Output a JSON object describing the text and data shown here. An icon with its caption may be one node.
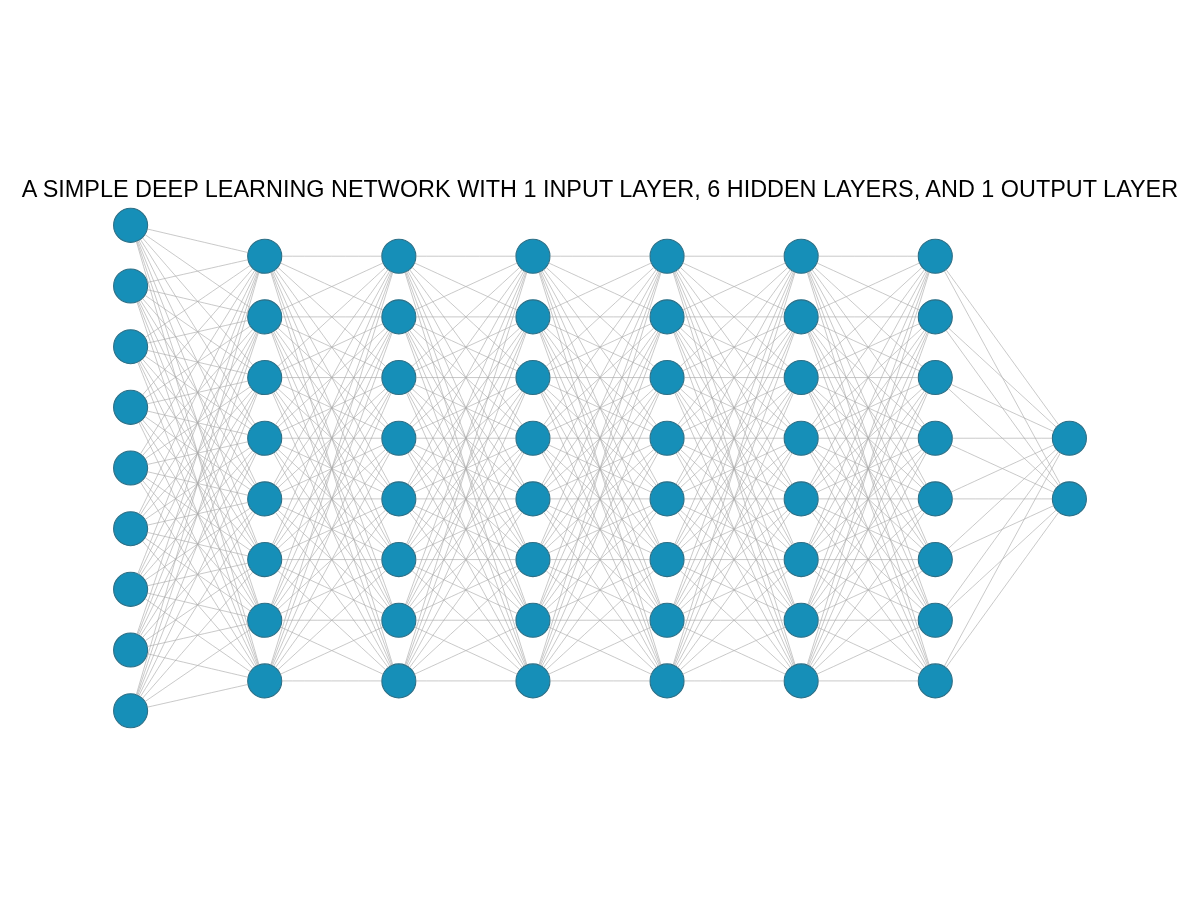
{
  "diagram": {
    "title": "A SIMPLE DEEP LEARNING NETWORK WITH 1 INPUT LAYER, 6 HIDDEN LAYERS, AND 1 OUTPUT LAYER",
    "nodes": [
      {
        "text": [],
        "shape": "circle"
      },
      {
        "text": [],
        "shape": "circle"
      },
      {
        "text": [],
        "shape": "circle"
      },
      {
        "text": [],
        "shape": "circle"
      },
      {
        "text": [],
        "shape": "circle"
      },
      {
        "text": [],
        "shape": "circle"
      },
      {
        "text": [],
        "shape": "circle"
      },
      {
        "text": [],
        "shape": "circle"
      },
      {
        "text": [],
        "shape": "circle"
      },
      {
        "text": [],
        "shape": "circle"
      },
      {
        "text": [],
        "shape": "circle"
      },
      {
        "text": [],
        "shape": "circle"
      },
      {
        "text": [],
        "shape": "circle"
      },
      {
        "text": [],
        "shape": "circle"
      },
      {
        "text": [],
        "shape": "circle"
      },
      {
        "text": [],
        "shape": "circle"
      },
      {
        "text": [],
        "shape": "circle"
      },
      {
        "text": [],
        "shape": "circle"
      },
      {
        "text": [],
        "shape": "circle"
      },
      {
        "text": [],
        "shape": "circle"
      },
      {
        "text": [],
        "shape": "circle"
      },
      {
        "text": [],
        "shape": "circle"
      },
      {
        "text": [],
        "shape": "circle"
      },
      {
        "text": [],
        "shape": "circle"
      },
      {
        "text": [],
        "shape": "circle"
      },
      {
        "text": [],
        "shape": "circle"
      },
      {
        "text": [],
        "shape": "circle"
      },
      {
        "text": [],
        "shape": "circle"
      },
      {
        "text": [],
        "shape": "circle"
      },
      {
        "text": [],
        "shape": "circle"
      },
      {
        "text": [],
        "shape": "circle"
      },
      {
        "text": [],
        "shape": "circle"
      },
      {
        "text": [],
        "shape": "circle"
      },
      {
        "text": [],
        "shape": "circle"
      },
      {
        "text": [],
        "shape": "circle"
      },
      {
        "text": [],
        "shape": "circle"
      },
      {
        "text": [],
        "shape": "circle"
      },
      {
        "text": [],
        "shape": "circle"
      },
      {
        "text": [],
        "shape": "circle"
      },
      {
        "text": [],
        "shape": "circle"
      },
      {
        "text": [],
        "shape": "circle"
      },
      {
        "text": [],
        "shape": "circle"
      },
      {
        "text": [],
        "shape": "circle"
      },
      {
        "text": [],
        "shape": "circle"
      },
      {
        "text": [],
        "shape": "circle"
      },
      {
        "text": [],
        "shape": "circle"
      },
      {
        "text": [],
        "shape": "circle"
      },
      {
        "text": [],
        "shape": "circle"
      },
      {
        "text": [],
        "shape": "circle"
      },
      {
        "text": [],
        "shape": "circle"
      },
      {
        "text": [],
        "shape": "circle"
      },
      {
        "text": [],
        "shape": "circle"
      },
      {
        "text": [],
        "shape": "circle"
      },
      {
        "text": [],
        "shape": "circle"
      },
      {
        "text": [],
        "shape": "circle"
      },
      {
        "text": [],
        "shape": "circle"
      },
      {
        "text": [],
        "shape": "circle"
      },
      {
        "text": [],
        "shape": "circle"
      },
      {
        "text": [],
        "shape": "circle"
      }
    ],
    "edges": [
      {
        "from": 0,
        "to": 9,
        "arrow": "none"
      },
      {
        "from": 0,
        "to": 10,
        "arrow": "none"
      },
      {
        "from": 0,
        "to": 11,
        "arrow": "none"
      },
      {
        "from": 0,
        "to": 12,
        "arrow": "none"
      },
      {
        "from": 0,
        "to": 13,
        "arrow": "none"
      },
      {
        "from": 0,
        "to": 14,
        "arrow": "none"
      },
      {
        "from": 0,
        "to": 15,
        "arrow": "none"
      },
      {
        "from": 0,
        "to": 16,
        "arrow": "none"
      },
      {
        "from": 1,
        "to": 9,
        "arrow": "none"
      },
      {
        "from": 1,
        "to": 10,
        "arrow": "none"
      },
      {
        "from": 1,
        "to": 11,
        "arrow": "none"
      },
      {
        "from": 1,
        "to": 12,
        "arrow": "none"
      },
      {
        "from": 1,
        "to": 13,
        "arrow": "none"
      },
      {
        "from": 1,
        "to": 14,
        "arrow": "none"
      },
      {
        "from": 1,
        "to": 15,
        "arrow": "none"
      },
      {
        "from": 1,
        "to": 16,
        "arrow": "none"
      },
      {
        "from": 2,
        "to": 9,
        "arrow": "none"
      },
      {
        "from": 2,
        "to": 10,
        "arrow": "none"
      },
      {
        "from": 2,
        "to": 11,
        "arrow": "none"
      },
      {
        "from": 2,
        "to": 12,
        "arrow": "none"
      },
      {
        "from": 2,
        "to": 13,
        "arrow": "none"
      },
      {
        "from": 2,
        "to": 14,
        "arrow": "none"
      },
      {
        "from": 2,
        "to": 15,
        "arrow": "none"
      },
      {
        "from": 2,
        "to": 16,
        "arrow": "none"
      },
      {
        "from": 3,
        "to": 9,
        "arrow": "none"
      },
      {
        "from": 3,
        "to": 10,
        "arrow": "none"
      },
      {
        "from": 3,
        "to": 11,
        "arrow": "none"
      },
      {
        "from": 3,
        "to": 12,
        "arrow": "none"
      },
      {
        "from": 3,
        "to": 13,
        "arrow": "none"
      },
      {
        "from": 3,
        "to": 14,
        "arrow": "none"
      },
      {
        "from": 3,
        "to": 15,
        "arrow": "none"
      },
      {
        "from": 3,
        "to": 16,
        "arrow": "none"
      },
      {
        "from": 4,
        "to": 9,
        "arrow": "none"
      },
      {
        "from": 4,
        "to": 10,
        "arrow": "none"
      },
      {
        "from": 4,
        "to": 11,
        "arrow": "none"
      },
      {
        "from": 4,
        "to": 12,
        "arrow": "none"
      },
      {
        "from": 4,
        "to": 13,
        "arrow": "none"
      },
      {
        "from": 4,
        "to": 14,
        "arrow": "none"
      },
      {
        "from": 4,
        "to": 15,
        "arrow": "none"
      },
      {
        "from": 4,
        "to": 16,
        "arrow": "none"
      },
      {
        "from": 5,
        "to": 9,
        "arrow": "none"
      },
      {
        "from": 5,
        "to": 10,
        "arrow": "none"
      },
      {
        "from": 5,
        "to": 11,
        "arrow": "none"
      },
      {
        "from": 5,
        "to": 12,
        "arrow": "none"
      },
      {
        "from": 5,
        "to": 13,
        "arrow": "none"
      },
      {
        "from": 5,
        "to": 14,
        "arrow": "none"
      },
      {
        "from": 5,
        "to": 15,
        "arrow": "none"
      },
      {
        "from": 5,
        "to": 16,
        "arrow": "none"
      },
      {
        "from": 6,
        "to": 9,
        "arrow": "none"
      },
      {
        "from": 6,
        "to": 10,
        "arrow": "none"
      },
      {
        "from": 6,
        "to": 11,
        "arrow": "none"
      },
      {
        "from": 6,
        "to": 12,
        "arrow": "none"
      },
      {
        "from": 6,
        "to": 13,
        "arrow": "none"
      },
      {
        "from": 6,
        "to": 14,
        "arrow": "none"
      },
      {
        "from": 6,
        "to": 15,
        "arrow": "none"
      },
      {
        "from": 6,
        "to": 16,
        "arrow": "none"
      },
      {
        "from": 7,
        "to": 9,
        "arrow": "none"
      },
      {
        "from": 7,
        "to": 10,
        "arrow": "none"
      },
      {
        "from": 7,
        "to": 11,
        "arrow": "none"
      },
      {
        "from": 7,
        "to": 12,
        "arrow": "none"
      },
      {
        "from": 7,
        "to": 13,
        "arrow": "none"
      },
      {
        "from": 7,
        "to": 14,
        "arrow": "none"
      },
      {
        "from": 7,
        "to": 15,
        "arrow": "none"
      },
      {
        "from": 7,
        "to": 16,
        "arrow": "none"
      },
      {
        "from": 8,
        "to": 9,
        "arrow": "none"
      },
      {
        "from": 8,
        "to": 10,
        "arrow": "none"
      },
      {
        "from": 8,
        "to": 11,
        "arrow": "none"
      },
      {
        "from": 8,
        "to": 12,
        "arrow": "none"
      },
      {
        "from": 8,
        "to": 13,
        "arrow": "none"
      },
      {
        "from": 8,
        "to": 14,
        "arrow": "none"
      },
      {
        "from": 8,
        "to": 15,
        "arrow": "none"
      },
      {
        "from": 8,
        "to": 16,
        "arrow": "none"
      },
      {
        "from": 9,
        "to": 17,
        "arrow": "none"
      },
      {
        "from": 9,
        "to": 18,
        "arrow": "none"
      },
      {
        "from": 9,
        "to": 19,
        "arrow": "none"
      },
      {
        "from": 9,
        "to": 20,
        "arrow": "none"
      },
      {
        "from": 9,
        "to": 21,
        "arrow": "none"
      },
      {
        "from": 9,
        "to": 22,
        "arrow": "none"
      },
      {
        "from": 9,
        "to": 23,
        "arrow": "none"
      },
      {
        "from": 9,
        "to": 24,
        "arrow": "none"
      },
      {
        "from": 10,
        "to": 17,
        "arrow": "none"
      },
      {
        "from": 10,
        "to": 18,
        "arrow": "none"
      },
      {
        "from": 10,
        "to": 19,
        "arrow": "none"
      },
      {
        "from": 10,
        "to": 20,
        "arrow": "none"
      },
      {
        "from": 10,
        "to": 21,
        "arrow": "none"
      },
      {
        "from": 10,
        "to": 22,
        "arrow": "none"
      },
      {
        "from": 10,
        "to": 23,
        "arrow": "none"
      },
      {
        "from": 10,
        "to": 24,
        "arrow": "none"
      },
      {
        "from": 11,
        "to": 17,
        "arrow": "none"
      },
      {
        "from": 11,
        "to": 18,
        "arrow": "none"
      },
      {
        "from": 11,
        "to": 19,
        "arrow": "none"
      },
      {
        "from": 11,
        "to": 20,
        "arrow": "none"
      },
      {
        "from": 11,
        "to": 21,
        "arrow": "none"
      },
      {
        "from": 11,
        "to": 22,
        "arrow": "none"
      },
      {
        "from": 11,
        "to": 23,
        "arrow": "none"
      },
      {
        "from": 11,
        "to": 24,
        "arrow": "none"
      },
      {
        "from": 12,
        "to": 17,
        "arrow": "none"
      },
      {
        "from": 12,
        "to": 18,
        "arrow": "none"
      },
      {
        "from": 12,
        "to": 19,
        "arrow": "none"
      },
      {
        "from": 12,
        "to": 20,
        "arrow": "none"
      },
      {
        "from": 12,
        "to": 21,
        "arrow": "none"
      },
      {
        "from": 12,
        "to": 22,
        "arrow": "none"
      },
      {
        "from": 12,
        "to": 23,
        "arrow": "none"
      },
      {
        "from": 12,
        "to": 24,
        "arrow": "none"
      },
      {
        "from": 13,
        "to": 17,
        "arrow": "none"
      },
      {
        "from": 13,
        "to": 18,
        "arrow": "none"
      },
      {
        "from": 13,
        "to": 19,
        "arrow": "none"
      },
      {
        "from": 13,
        "to": 20,
        "arrow": "none"
      },
      {
        "from": 13,
        "to": 21,
        "arrow": "none"
      },
      {
        "from": 13,
        "to": 22,
        "arrow": "none"
      },
      {
        "from": 13,
        "to": 23,
        "arrow": "none"
      },
      {
        "from": 13,
        "to": 24,
        "arrow": "none"
      },
      {
        "from": 14,
        "to": 17,
        "arrow": "none"
      },
      {
        "from": 14,
        "to": 18,
        "arrow": "none"
      },
      {
        "from": 14,
        "to": 19,
        "arrow": "none"
      },
      {
        "from": 14,
        "to": 20,
        "arrow": "none"
      },
      {
        "from": 14,
        "to": 21,
        "arrow": "none"
      },
      {
        "from": 14,
        "to": 22,
        "arrow": "none"
      },
      {
        "from": 14,
        "to": 23,
        "arrow": "none"
      },
      {
        "from": 14,
        "to": 24,
        "arrow": "none"
      },
      {
        "from": 15,
        "to": 17,
        "arrow": "none"
      },
      {
        "from": 15,
        "to": 18,
        "arrow": "none"
      },
      {
        "from": 15,
        "to": 19,
        "arrow": "none"
      },
      {
        "from": 15,
        "to": 20,
        "arrow": "none"
      },
      {
        "from": 15,
        "to": 21,
        "arrow": "none"
      },
      {
        "from": 15,
        "to": 22,
        "arrow": "none"
      },
      {
        "from": 15,
        "to": 23,
        "arrow": "none"
      },
      {
        "from": 15,
        "to": 24,
        "arrow": "none"
      },
      {
        "from": 16,
        "to": 17,
        "arrow": "none"
      },
      {
        "from": 16,
        "to": 18,
        "arrow": "none"
      },
      {
        "from": 16,
        "to": 19,
        "arrow": "none"
      },
      {
        "from": 16,
        "to": 20,
        "arrow": "none"
      },
      {
        "from": 16,
        "to": 21,
        "arrow": "none"
      },
      {
        "from": 16,
        "to": 22,
        "arrow": "none"
      },
      {
        "from": 16,
        "to": 23,
        "arrow": "none"
      },
      {
        "from": 16,
        "to": 24,
        "arrow": "none"
      },
      {
        "from": 17,
        "to": 25,
        "arrow": "none"
      },
      {
        "from": 17,
        "to": 26,
        "arrow": "none"
      },
      {
        "from": 17,
        "to": 27,
        "arrow": "none"
      },
      {
        "from": 17,
        "to": 28,
        "arrow": "none"
      },
      {
        "from": 17,
        "to": 29,
        "arrow": "none"
      },
      {
        "from": 17,
        "to": 30,
        "arrow": "none"
      },
      {
        "from": 17,
        "to": 31,
        "arrow": "none"
      },
      {
        "from": 17,
        "to": 32,
        "arrow": "none"
      },
      {
        "from": 18,
        "to": 25,
        "arrow": "none"
      },
      {
        "from": 18,
        "to": 26,
        "arrow": "none"
      },
      {
        "from": 18,
        "to": 27,
        "arrow": "none"
      },
      {
        "from": 18,
        "to": 28,
        "arrow": "none"
      },
      {
        "from": 18,
        "to": 29,
        "arrow": "none"
      },
      {
        "from": 18,
        "to": 30,
        "arrow": "none"
      },
      {
        "from": 18,
        "to": 31,
        "arrow": "none"
      },
      {
        "from": 18,
        "to": 32,
        "arrow": "none"
      },
      {
        "from": 19,
        "to": 25,
        "arrow": "none"
      },
      {
        "from": 19,
        "to": 26,
        "arrow": "none"
      },
      {
        "from": 19,
        "to": 27,
        "arrow": "none"
      },
      {
        "from": 19,
        "to": 28,
        "arrow": "none"
      },
      {
        "from": 19,
        "to": 29,
        "arrow": "none"
      },
      {
        "from": 19,
        "to": 30,
        "arrow": "none"
      },
      {
        "from": 19,
        "to": 31,
        "arrow": "none"
      },
      {
        "from": 19,
        "to": 32,
        "arrow": "none"
      },
      {
        "from": 20,
        "to": 25,
        "arrow": "none"
      },
      {
        "from": 20,
        "to": 26,
        "arrow": "none"
      },
      {
        "from": 20,
        "to": 27,
        "arrow": "none"
      },
      {
        "from": 20,
        "to": 28,
        "arrow": "none"
      },
      {
        "from": 20,
        "to": 29,
        "arrow": "none"
      },
      {
        "from": 20,
        "to": 30,
        "arrow": "none"
      },
      {
        "from": 20,
        "to": 31,
        "arrow": "none"
      },
      {
        "from": 20,
        "to": 32,
        "arrow": "none"
      },
      {
        "from": 21,
        "to": 25,
        "arrow": "none"
      },
      {
        "from": 21,
        "to": 26,
        "arrow": "none"
      },
      {
        "from": 21,
        "to": 27,
        "arrow": "none"
      },
      {
        "from": 21,
        "to": 28,
        "arrow": "none"
      },
      {
        "from": 21,
        "to": 29,
        "arrow": "none"
      },
      {
        "from": 21,
        "to": 30,
        "arrow": "none"
      },
      {
        "from": 21,
        "to": 31,
        "arrow": "none"
      },
      {
        "from": 21,
        "to": 32,
        "arrow": "none"
      },
      {
        "from": 22,
        "to": 25,
        "arrow": "none"
      },
      {
        "from": 22,
        "to": 26,
        "arrow": "none"
      },
      {
        "from": 22,
        "to": 27,
        "arrow": "none"
      },
      {
        "from": 22,
        "to": 28,
        "arrow": "none"
      },
      {
        "from": 22,
        "to": 29,
        "arrow": "none"
      },
      {
        "from": 22,
        "to": 30,
        "arrow": "none"
      },
      {
        "from": 22,
        "to": 31,
        "arrow": "none"
      },
      {
        "from": 22,
        "to": 32,
        "arrow": "none"
      },
      {
        "from": 23,
        "to": 25,
        "arrow": "none"
      },
      {
        "from": 23,
        "to": 26,
        "arrow": "none"
      },
      {
        "from": 23,
        "to": 27,
        "arrow": "none"
      },
      {
        "from": 23,
        "to": 28,
        "arrow": "none"
      },
      {
        "from": 23,
        "to": 29,
        "arrow": "none"
      },
      {
        "from": 23,
        "to": 30,
        "arrow": "none"
      },
      {
        "from": 23,
        "to": 31,
        "arrow": "none"
      },
      {
        "from": 23,
        "to": 32,
        "arrow": "none"
      },
      {
        "from": 24,
        "to": 25,
        "arrow": "none"
      },
      {
        "from": 24,
        "to": 26,
        "arrow": "none"
      },
      {
        "from": 24,
        "to": 27,
        "arrow": "none"
      },
      {
        "from": 24,
        "to": 28,
        "arrow": "none"
      },
      {
        "from": 24,
        "to": 29,
        "arrow": "none"
      },
      {
        "from": 24,
        "to": 30,
        "arrow": "none"
      },
      {
        "from": 24,
        "to": 31,
        "arrow": "none"
      },
      {
        "from": 24,
        "to": 32,
        "arrow": "none"
      },
      {
        "from": 25,
        "to": 33,
        "arrow": "none"
      },
      {
        "from": 25,
        "to": 34,
        "arrow": "none"
      },
      {
        "from": 25,
        "to": 35,
        "arrow": "none"
      },
      {
        "from": 25,
        "to": 36,
        "arrow": "none"
      },
      {
        "from": 25,
        "to": 37,
        "arrow": "none"
      },
      {
        "from": 25,
        "to": 38,
        "arrow": "none"
      },
      {
        "from": 25,
        "to": 39,
        "arrow": "none"
      },
      {
        "from": 25,
        "to": 40,
        "arrow": "none"
      },
      {
        "from": 26,
        "to": 33,
        "arrow": "none"
      },
      {
        "from": 26,
        "to": 34,
        "arrow": "none"
      },
      {
        "from": 26,
        "to": 35,
        "arrow": "none"
      },
      {
        "from": 26,
        "to": 36,
        "arrow": "none"
      },
      {
        "from": 26,
        "to": 37,
        "arrow": "none"
      },
      {
        "from": 26,
        "to": 38,
        "arrow": "none"
      },
      {
        "from": 26,
        "to": 39,
        "arrow": "none"
      },
      {
        "from": 26,
        "to": 40,
        "arrow": "none"
      },
      {
        "from": 27,
        "to": 33,
        "arrow": "none"
      },
      {
        "from": 27,
        "to": 34,
        "arrow": "none"
      },
      {
        "from": 27,
        "to": 35,
        "arrow": "none"
      },
      {
        "from": 27,
        "to": 36,
        "arrow": "none"
      },
      {
        "from": 27,
        "to": 37,
        "arrow": "none"
      },
      {
        "from": 27,
        "to": 38,
        "arrow": "none"
      },
      {
        "from": 27,
        "to": 39,
        "arrow": "none"
      },
      {
        "from": 27,
        "to": 40,
        "arrow": "none"
      },
      {
        "from": 28,
        "to": 33,
        "arrow": "none"
      },
      {
        "from": 28,
        "to": 34,
        "arrow": "none"
      },
      {
        "from": 28,
        "to": 35,
        "arrow": "none"
      },
      {
        "from": 28,
        "to": 36,
        "arrow": "none"
      },
      {
        "from": 28,
        "to": 37,
        "arrow": "none"
      },
      {
        "from": 28,
        "to": 38,
        "arrow": "none"
      },
      {
        "from": 28,
        "to": 39,
        "arrow": "none"
      },
      {
        "from": 28,
        "to": 40,
        "arrow": "none"
      },
      {
        "from": 29,
        "to": 33,
        "arrow": "none"
      },
      {
        "from": 29,
        "to": 34,
        "arrow": "none"
      },
      {
        "from": 29,
        "to": 35,
        "arrow": "none"
      },
      {
        "from": 29,
        "to": 36,
        "arrow": "none"
      },
      {
        "from": 29,
        "to": 37,
        "arrow": "none"
      },
      {
        "from": 29,
        "to": 38,
        "arrow": "none"
      },
      {
        "from": 29,
        "to": 39,
        "arrow": "none"
      },
      {
        "from": 29,
        "to": 40,
        "arrow": "none"
      },
      {
        "from": 30,
        "to": 33,
        "arrow": "none"
      },
      {
        "from": 30,
        "to": 34,
        "arrow": "none"
      },
      {
        "from": 30,
        "to": 35,
        "arrow": "none"
      },
      {
        "from": 30,
        "to": 36,
        "arrow": "none"
      },
      {
        "from": 30,
        "to": 37,
        "arrow": "none"
      },
      {
        "from": 30,
        "to": 38,
        "arrow": "none"
      },
      {
        "from": 30,
        "to": 39,
        "arrow": "none"
      },
      {
        "from": 30,
        "to": 40,
        "arrow": "none"
      },
      {
        "from": 31,
        "to": 33,
        "arrow": "none"
      },
      {
        "from": 31,
        "to": 34,
        "arrow": "none"
      },
      {
        "from": 31,
        "to": 35,
        "arrow": "none"
      },
      {
        "from": 31,
        "to": 36,
        "arrow": "none"
      },
      {
        "from": 31,
        "to": 37,
        "arrow": "none"
      },
      {
        "from": 31,
        "to": 38,
        "arrow": "none"
      },
      {
        "from": 31,
        "to": 39,
        "arrow": "none"
      },
      {
        "from": 31,
        "to": 40,
        "arrow": "none"
      },
      {
        "from": 32,
        "to": 33,
        "arrow": "none"
      },
      {
        "from": 32,
        "to": 34,
        "arrow": "none"
      },
      {
        "from": 32,
        "to": 35,
        "arrow": "none"
      },
      {
        "from": 32,
        "to": 36,
        "arrow": "none"
      },
      {
        "from": 32,
        "to": 37,
        "arrow": "none"
      },
      {
        "from": 32,
        "to": 38,
        "arrow": "none"
      },
      {
        "from": 32,
        "to": 39,
        "arrow": "none"
      },
      {
        "from": 32,
        "to": 40,
        "arrow": "none"
      },
      {
        "from": 33,
        "to": 41,
        "arrow": "none"
      },
      {
        "from": 33,
        "to": 42,
        "arrow": "none"
      },
      {
        "from": 33,
        "to": 43,
        "arrow": "none"
      },
      {
        "from": 33,
        "to": 44,
        "arrow": "none"
      },
      {
        "from": 33,
        "to": 45,
        "arrow": "none"
      },
      {
        "from": 33,
        "to": 46,
        "arrow": "none"
      },
      {
        "from": 33,
        "to": 47,
        "arrow": "none"
      },
      {
        "from": 33,
        "to": 48,
        "arrow": "none"
      },
      {
        "from": 34,
        "to": 41,
        "arrow": "none"
      },
      {
        "from": 34,
        "to": 42,
        "arrow": "none"
      },
      {
        "from": 34,
        "to": 43,
        "arrow": "none"
      },
      {
        "from": 34,
        "to": 44,
        "arrow": "none"
      },
      {
        "from": 34,
        "to": 45,
        "arrow": "none"
      },
      {
        "from": 34,
        "to": 46,
        "arrow": "none"
      },
      {
        "from": 34,
        "to": 47,
        "arrow": "none"
      },
      {
        "from": 34,
        "to": 48,
        "arrow": "none"
      },
      {
        "from": 35,
        "to": 41,
        "arrow": "none"
      },
      {
        "from": 35,
        "to": 42,
        "arrow": "none"
      },
      {
        "from": 35,
        "to": 43,
        "arrow": "none"
      },
      {
        "from": 35,
        "to": 44,
        "arrow": "none"
      },
      {
        "from": 35,
        "to": 45,
        "arrow": "none"
      },
      {
        "from": 35,
        "to": 46,
        "arrow": "none"
      },
      {
        "from": 35,
        "to": 47,
        "arrow": "none"
      },
      {
        "from": 35,
        "to": 48,
        "arrow": "none"
      },
      {
        "from": 36,
        "to": 41,
        "arrow": "none"
      },
      {
        "from": 36,
        "to": 42,
        "arrow": "none"
      },
      {
        "from": 36,
        "to": 43,
        "arrow": "none"
      },
      {
        "from": 36,
        "to": 44,
        "arrow": "none"
      },
      {
        "from": 36,
        "to": 45,
        "arrow": "none"
      },
      {
        "from": 36,
        "to": 46,
        "arrow": "none"
      },
      {
        "from": 36,
        "to": 47,
        "arrow": "none"
      },
      {
        "from": 36,
        "to": 48,
        "arrow": "none"
      },
      {
        "from": 37,
        "to": 41,
        "arrow": "none"
      },
      {
        "from": 37,
        "to": 42,
        "arrow": "none"
      },
      {
        "from": 37,
        "to": 43,
        "arrow": "none"
      },
      {
        "from": 37,
        "to": 44,
        "arrow": "none"
      },
      {
        "from": 37,
        "to": 45,
        "arrow": "none"
      },
      {
        "from": 37,
        "to": 46,
        "arrow": "none"
      },
      {
        "from": 37,
        "to": 47,
        "arrow": "none"
      },
      {
        "from": 37,
        "to": 48,
        "arrow": "none"
      },
      {
        "from": 38,
        "to": 41,
        "arrow": "none"
      },
      {
        "from": 38,
        "to": 42,
        "arrow": "none"
      },
      {
        "from": 38,
        "to": 43,
        "arrow": "none"
      },
      {
        "from": 38,
        "to": 44,
        "arrow": "none"
      },
      {
        "from": 38,
        "to": 45,
        "arrow": "none"
      },
      {
        "from": 38,
        "to": 46,
        "arrow": "none"
      },
      {
        "from": 38,
        "to": 47,
        "arrow": "none"
      },
      {
        "from": 38,
        "to": 48,
        "arrow": "none"
      },
      {
        "from": 39,
        "to": 41,
        "arrow": "none"
      },
      {
        "from": 39,
        "to": 42,
        "arrow": "none"
      },
      {
        "from": 39,
        "to": 43,
        "arrow": "none"
      },
      {
        "from": 39,
        "to": 44,
        "arrow": "none"
      },
      {
        "from": 39,
        "to": 45,
        "arrow": "none"
      },
      {
        "from": 39,
        "to": 46,
        "arrow": "none"
      },
      {
        "from": 39,
        "to": 47,
        "arrow": "none"
      },
      {
        "from": 39,
        "to": 48,
        "arrow": "none"
      },
      {
        "from": 40,
        "to": 41,
        "arrow": "none"
      },
      {
        "from": 40,
        "to": 42,
        "arrow": "none"
      },
      {
        "from": 40,
        "to": 43,
        "arrow": "none"
      },
      {
        "from": 40,
        "to": 44,
        "arrow": "none"
      },
      {
        "from": 40,
        "to": 45,
        "arrow": "none"
      },
      {
        "from": 40,
        "to": 46,
        "arrow": "none"
      },
      {
        "from": 40,
        "to": 47,
        "arrow": "none"
      },
      {
        "from": 40,
        "to": 48,
        "arrow": "none"
      },
      {
        "from": 41,
        "to": 49,
        "arrow": "none"
      },
      {
        "from": 41,
        "to": 50,
        "arrow": "none"
      },
      {
        "from": 41,
        "to": 51,
        "arrow": "none"
      },
      {
        "from": 41,
        "to": 52,
        "arrow": "none"
      },
      {
        "from": 41,
        "to": 53,
        "arrow": "none"
      },
      {
        "from": 41,
        "to": 54,
        "arrow": "none"
      },
      {
        "from": 41,
        "to": 55,
        "arrow": "none"
      },
      {
        "from": 41,
        "to": 56,
        "arrow": "none"
      },
      {
        "from": 42,
        "to": 49,
        "arrow": "none"
      },
      {
        "from": 42,
        "to": 50,
        "arrow": "none"
      },
      {
        "from": 42,
        "to": 51,
        "arrow": "none"
      },
      {
        "from": 42,
        "to": 52,
        "arrow": "none"
      },
      {
        "from": 42,
        "to": 53,
        "arrow": "none"
      },
      {
        "from": 42,
        "to": 54,
        "arrow": "none"
      },
      {
        "from": 42,
        "to": 55,
        "arrow": "none"
      },
      {
        "from": 42,
        "to": 56,
        "arrow": "none"
      },
      {
        "from": 43,
        "to": 49,
        "arrow": "none"
      },
      {
        "from": 43,
        "to": 50,
        "arrow": "none"
      },
      {
        "from": 43,
        "to": 51,
        "arrow": "none"
      },
      {
        "from": 43,
        "to": 52,
        "arrow": "none"
      },
      {
        "from": 43,
        "to": 53,
        "arrow": "none"
      },
      {
        "from": 43,
        "to": 54,
        "arrow": "none"
      },
      {
        "from": 43,
        "to": 55,
        "arrow": "none"
      },
      {
        "from": 43,
        "to": 56,
        "arrow": "none"
      },
      {
        "from": 44,
        "to": 49,
        "arrow": "none"
      },
      {
        "from": 44,
        "to": 50,
        "arrow": "none"
      },
      {
        "from": 44,
        "to": 51,
        "arrow": "none"
      },
      {
        "from": 44,
        "to": 52,
        "arrow": "none"
      },
      {
        "from": 44,
        "to": 53,
        "arrow": "none"
      },
      {
        "from": 44,
        "to": 54,
        "arrow": "none"
      },
      {
        "from": 44,
        "to": 55,
        "arrow": "none"
      },
      {
        "from": 44,
        "to": 56,
        "arrow": "none"
      },
      {
        "from": 45,
        "to": 49,
        "arrow": "none"
      },
      {
        "from": 45,
        "to": 50,
        "arrow": "none"
      },
      {
        "from": 45,
        "to": 51,
        "arrow": "none"
      },
      {
        "from": 45,
        "to": 52,
        "arrow": "none"
      },
      {
        "from": 45,
        "to": 53,
        "arrow": "none"
      },
      {
        "from": 45,
        "to": 54,
        "arrow": "none"
      },
      {
        "from": 45,
        "to": 55,
        "arrow": "none"
      },
      {
        "from": 45,
        "to": 56,
        "arrow": "none"
      },
      {
        "from": 46,
        "to": 49,
        "arrow": "none"
      },
      {
        "from": 46,
        "to": 50,
        "arrow": "none"
      },
      {
        "from": 46,
        "to": 51,
        "arrow": "none"
      },
      {
        "from": 46,
        "to": 52,
        "arrow": "none"
      },
      {
        "from": 46,
        "to": 53,
        "arrow": "none"
      },
      {
        "from": 46,
        "to": 54,
        "arrow": "none"
      },
      {
        "from": 46,
        "to": 55,
        "arrow": "none"
      },
      {
        "from": 46,
        "to": 56,
        "arrow": "none"
      },
      {
        "from": 47,
        "to": 49,
        "arrow": "none"
      },
      {
        "from": 47,
        "to": 50,
        "arrow": "none"
      },
      {
        "from": 47,
        "to": 51,
        "arrow": "none"
      },
      {
        "from": 47,
        "to": 52,
        "arrow": "none"
      },
      {
        "from": 47,
        "to": 53,
        "arrow": "none"
      },
      {
        "from": 47,
        "to": 54,
        "arrow": "none"
      },
      {
        "from": 47,
        "to": 55,
        "arrow": "none"
      },
      {
        "from": 47,
        "to": 56,
        "arrow": "none"
      },
      {
        "from": 48,
        "to": 49,
        "arrow": "none"
      },
      {
        "from": 48,
        "to": 50,
        "arrow": "none"
      },
      {
        "from": 48,
        "to": 51,
        "arrow": "none"
      },
      {
        "from": 48,
        "to": 52,
        "arrow": "none"
      },
      {
        "from": 48,
        "to": 53,
        "arrow": "none"
      },
      {
        "from": 48,
        "to": 54,
        "arrow": "none"
      },
      {
        "from": 48,
        "to": 55,
        "arrow": "none"
      },
      {
        "from": 48,
        "to": 56,
        "arrow": "none"
      },
      {
        "from": 49,
        "to": 57,
        "arrow": "none"
      },
      {
        "from": 49,
        "to": 58,
        "arrow": "none"
      },
      {
        "from": 50,
        "to": 57,
        "arrow": "none"
      },
      {
        "from": 50,
        "to": 58,
        "arrow": "none"
      },
      {
        "from": 51,
        "to": 57,
        "arrow": "none"
      },
      {
        "from": 51,
        "to": 58,
        "arrow": "none"
      },
      {
        "from": 52,
        "to": 57,
        "arrow": "none"
      },
      {
        "from": 52,
        "to": 58,
        "arrow": "none"
      },
      {
        "from": 53,
        "to": 57,
        "arrow": "none"
      },
      {
        "from": 53,
        "to": 58,
        "arrow": "none"
      },
      {
        "from": 54,
        "to": 57,
        "arrow": "none"
      },
      {
        "from": 54,
        "to": 58,
        "arrow": "none"
      },
      {
        "from": 55,
        "to": 57,
        "arrow": "none"
      },
      {
        "from": 55,
        "to": 58,
        "arrow": "none"
      },
      {
        "from": 56,
        "to": 57,
        "arrow": "none"
      },
      {
        "from": 56,
        "to": 58,
        "arrow": "none"
      }
    ]
  }
}
